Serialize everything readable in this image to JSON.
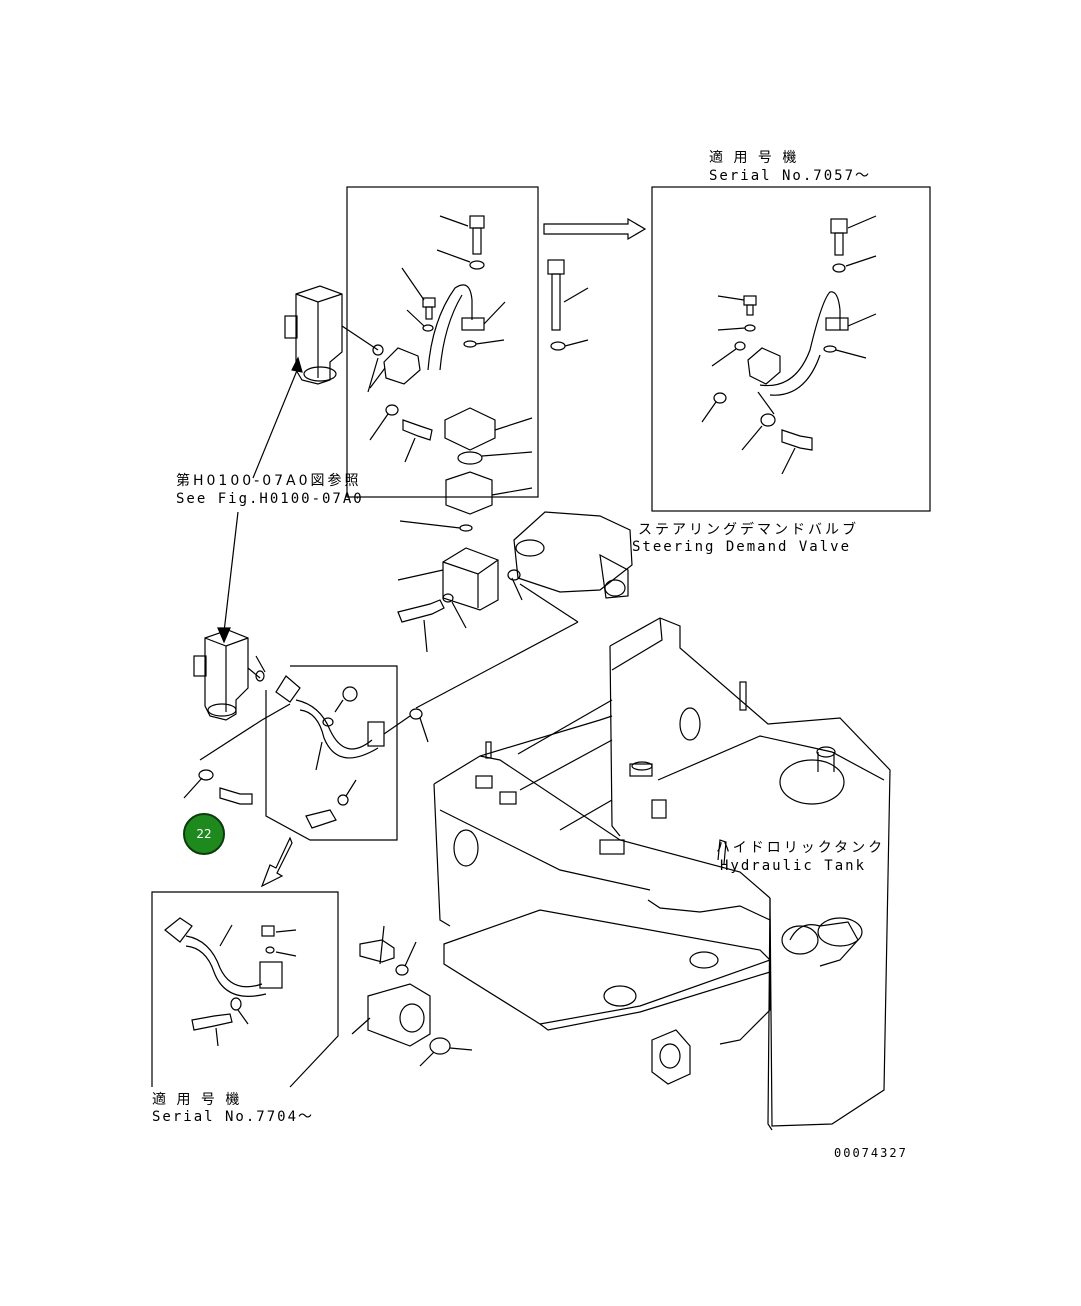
{
  "labels": {
    "upper_right_serial_jp": "適 用 号 機",
    "upper_right_serial_en": "Serial No.7057～",
    "see_fig_jp": "第H0100-07A0図参照",
    "see_fig_en": "See Fig.H0100-07A0",
    "steering_valve_jp": "ステアリングデマンドバルブ",
    "steering_valve_en": "Steering Demand Valve",
    "hydraulic_tank_jp": "ハイドロリックタンク",
    "hydraulic_tank_en": "Hydraulic Tank",
    "lower_left_serial_jp": "適 用 号 機",
    "lower_left_serial_en": "Serial No.7704～",
    "drawing_number": "00074327"
  },
  "callout": {
    "number": "22",
    "color": "#1e8a1e"
  }
}
